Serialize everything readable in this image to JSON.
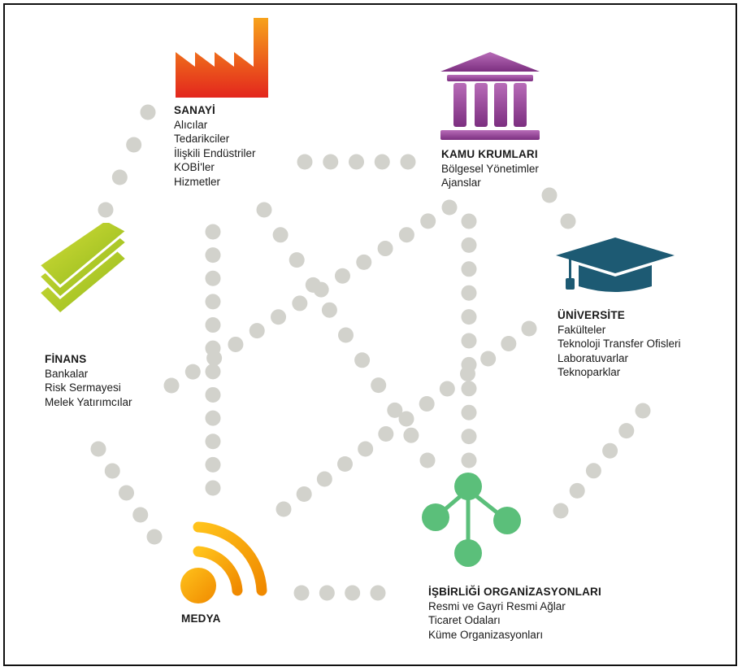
{
  "nodes": {
    "sanayi": {
      "title": "SANAYİ",
      "items": [
        "Alıcılar",
        "Tedarikciler",
        "İlişkili Endüstriler",
        "KOBİ'ler",
        "Hizmetler"
      ],
      "icon": "factory-icon",
      "color": "#e8400c"
    },
    "kamu": {
      "title": "KAMU KRUMLARI",
      "items": [
        "Bölgesel Yönetimler",
        "Ajanslar"
      ],
      "icon": "government-building-icon",
      "color": "#8e3b8f"
    },
    "finans": {
      "title": "FİNANS",
      "items": [
        "Bankalar",
        "Risk Sermayesi",
        "Melek Yatırımcılar"
      ],
      "icon": "stacked-cards-icon",
      "color": "#a6c21a"
    },
    "universite": {
      "title": "ÜNİVERSİTE",
      "items": [
        "Fakülteler",
        "Teknoloji Transfer Ofisleri",
        "Laboratuvarlar",
        "Teknoparklar"
      ],
      "icon": "graduation-cap-icon",
      "color": "#1d5a73"
    },
    "medya": {
      "title": "MEDYA",
      "items": [],
      "icon": "rss-feed-icon",
      "color": "#f29400"
    },
    "isbirligi": {
      "title": "İŞBİRLİĞİ ORGANİZASYONLARI",
      "items": [
        "Resmi ve Gayri Resmi Ağlar",
        "Ticaret Odaları",
        "Küme Organizasyonları"
      ],
      "icon": "network-nodes-icon",
      "color": "#5bbf7a"
    }
  },
  "connector_color": "#d2d2cc"
}
